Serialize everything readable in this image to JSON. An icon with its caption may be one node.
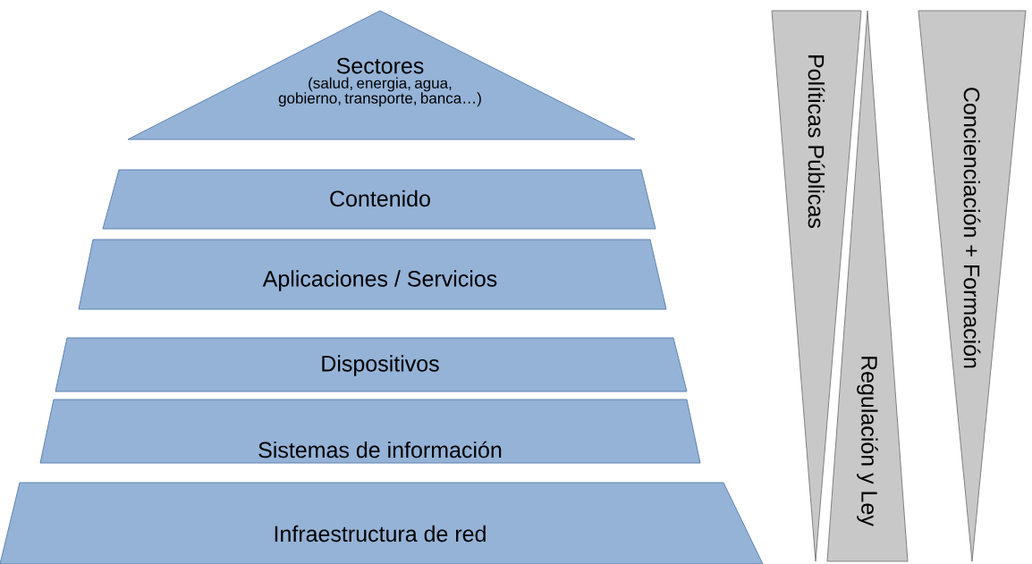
{
  "diagram": {
    "nodes": [
      {
        "text": [
          "Sectores",
          "(salud, energia, agua, gobierno, transporte, banca…)"
        ]
      },
      {
        "text": [
          "Contenido"
        ]
      },
      {
        "text": [
          "Aplicaciones / Servicios"
        ]
      },
      {
        "text": [
          "Dispositivos"
        ]
      },
      {
        "text": [
          "Sistemas de información"
        ]
      },
      {
        "text": [
          "Infraestructura de red"
        ]
      },
      {
        "text": [
          "Políticas Públicas"
        ]
      },
      {
        "text": [
          "Regulación y Ley"
        ]
      },
      {
        "text": [
          "Concienciación + Formación"
        ]
      }
    ]
  }
}
